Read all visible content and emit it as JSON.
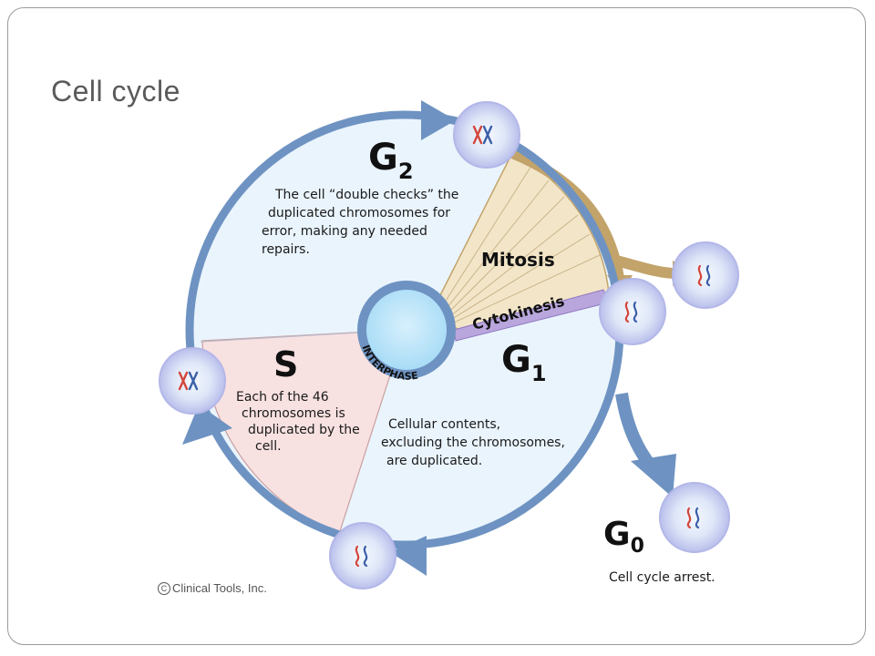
{
  "slide": {
    "title": "Cell cycle"
  },
  "diagram": {
    "phases": {
      "g2": {
        "letter": "G",
        "sub": "2"
      },
      "s": {
        "label": "S"
      },
      "g1": {
        "letter": "G",
        "sub": "1"
      },
      "g0": {
        "letter": "G",
        "sub": "0"
      },
      "mitosis": "Mitosis",
      "cytokinesis": "Cytokinesis",
      "interphase": "INTERPHASE"
    },
    "descriptions": {
      "g2": [
        "The cell “double checks” the",
        "duplicated chromosomes for",
        "error, making any needed",
        "repairs."
      ],
      "s": [
        "Each of the 46",
        "chromosomes is",
        "duplicated by the",
        "cell."
      ],
      "g1": [
        "Cellular contents,",
        "excluding the chromosomes,",
        "are duplicated."
      ],
      "g0": "Cell cycle arrest."
    },
    "copyright": "Clinical Tools, Inc.",
    "copyright_symbol": "C",
    "colors": {
      "ring": "#6e93c2",
      "interior": "#eaf4fd",
      "s_sector": "#f8e1e1",
      "mitosis_fill": "#f3e6c8",
      "mitosis_stroke": "#c2a36a",
      "cytokinesis": "#b9a6dd",
      "cell_outer": "#c5c8ef",
      "cell_inner": "#f2f7fd",
      "chromosome_red": "#d4463c",
      "chromosome_blue": "#3b5fa8"
    }
  }
}
